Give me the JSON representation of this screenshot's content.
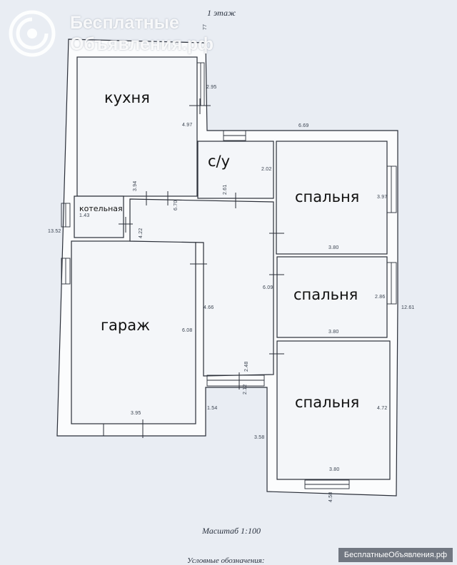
{
  "plan_title": "1 этаж",
  "scale_label": "Масштаб 1:100",
  "legend_label": "Условные обозначения:",
  "watermark": {
    "line1": "Бесплатные",
    "line2": "Объявления.рф",
    "footer": "БесплатныеОбъявления.рф"
  },
  "rooms": {
    "kitchen": "кухня",
    "bathroom": "с/у",
    "bedroom_1": "спальня",
    "bedroom_2": "спальня",
    "bedroom_3": "спальня",
    "garage": "гараж",
    "boiler_room": "котельная"
  },
  "dimensions": {
    "d_77": "77",
    "d_295": "2.95",
    "d_497": "4.97",
    "d_394": "3.94",
    "d_669": "6.69",
    "d_202": "2.02",
    "d_261": "2.61",
    "d_670": "6.70",
    "d_397": "3.97",
    "d_1352": "13.52",
    "d_143": "1.43",
    "d_422": "4.22",
    "d_380_a": "3.80",
    "d_609": "6.09",
    "d_286": "2.86",
    "d_1261": "12.61",
    "d_466": "4.66",
    "d_608": "6.08",
    "d_380_b": "3.80",
    "d_248": "2.48",
    "d_212": "2.12",
    "d_154": "1.54",
    "d_395": "3.95",
    "d_472": "4.72",
    "d_358": "3.58",
    "d_380_c": "3.80",
    "d_458": "4.58"
  },
  "colors": {
    "paper": "#e9edf3",
    "wall_fill": "#fbfcfd",
    "line": "#2a2f38"
  }
}
